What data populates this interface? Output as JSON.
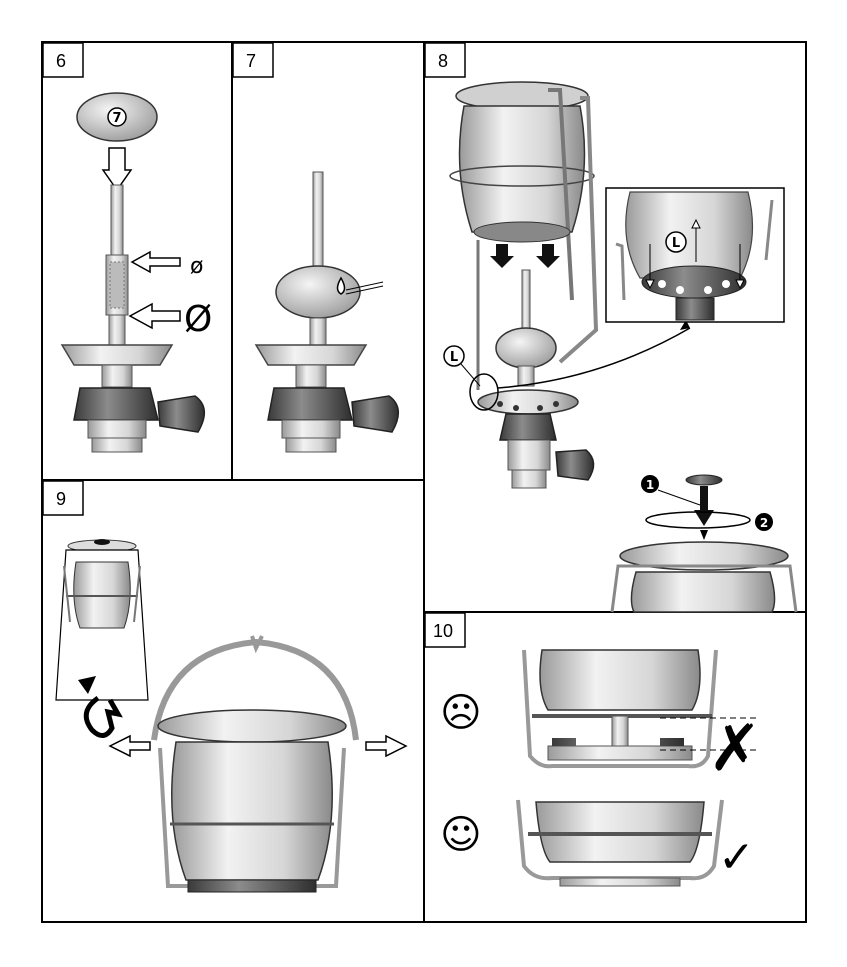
{
  "panels": [
    {
      "id": "6",
      "label": "6"
    },
    {
      "id": "7",
      "label": "7"
    },
    {
      "id": "8",
      "label": "8"
    },
    {
      "id": "9",
      "label": "9"
    },
    {
      "id": "10",
      "label": "10"
    }
  ],
  "panel6": {
    "float_marker": "7",
    "diameter_small": "ø",
    "diameter_large": "Ø"
  },
  "panel8": {
    "callout_L": "L",
    "zoom_L": "L",
    "step1": "1",
    "step2": "2"
  },
  "panel10": {
    "bad_face": "☹",
    "good_face": "☺",
    "wrong_mark": "✗",
    "right_mark": "✓"
  }
}
